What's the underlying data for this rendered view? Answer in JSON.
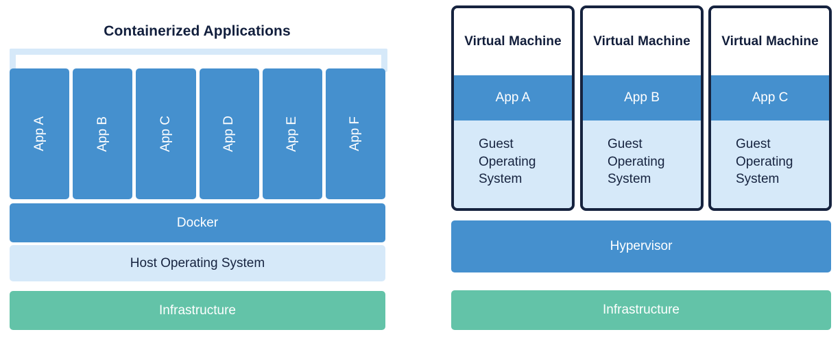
{
  "diagram": {
    "left_panel": {
      "title": "Containerized Applications",
      "bracket": "container-bracket",
      "apps": [
        {
          "label": "App A"
        },
        {
          "label": "App B"
        },
        {
          "label": "App C"
        },
        {
          "label": "App D"
        },
        {
          "label": "App E"
        },
        {
          "label": "App F"
        }
      ],
      "layers": [
        {
          "label": "Docker",
          "color": "#4590ce"
        },
        {
          "label": "Host Operating System",
          "color": "#d6e9f9"
        },
        {
          "label": "Infrastructure",
          "color": "#63c3a8"
        }
      ]
    },
    "right_panel": {
      "vms": [
        {
          "title": "Virtual Machine",
          "app": "App A",
          "guest_os": "Guest Operating System"
        },
        {
          "title": "Virtual Machine",
          "app": "App B",
          "guest_os": "Guest Operating System"
        },
        {
          "title": "Virtual Machine",
          "app": "App C",
          "guest_os": "Guest Operating System"
        }
      ],
      "layers": [
        {
          "label": "Hypervisor",
          "color": "#4590ce"
        },
        {
          "label": "Infrastructure",
          "color": "#63c3a8"
        }
      ]
    },
    "colors": {
      "blue": "#4590ce",
      "light_blue": "#d6e9f9",
      "green": "#63c3a8",
      "navy": "#16233f",
      "title_navy": "#121f3d",
      "white": "#ffffff"
    }
  }
}
